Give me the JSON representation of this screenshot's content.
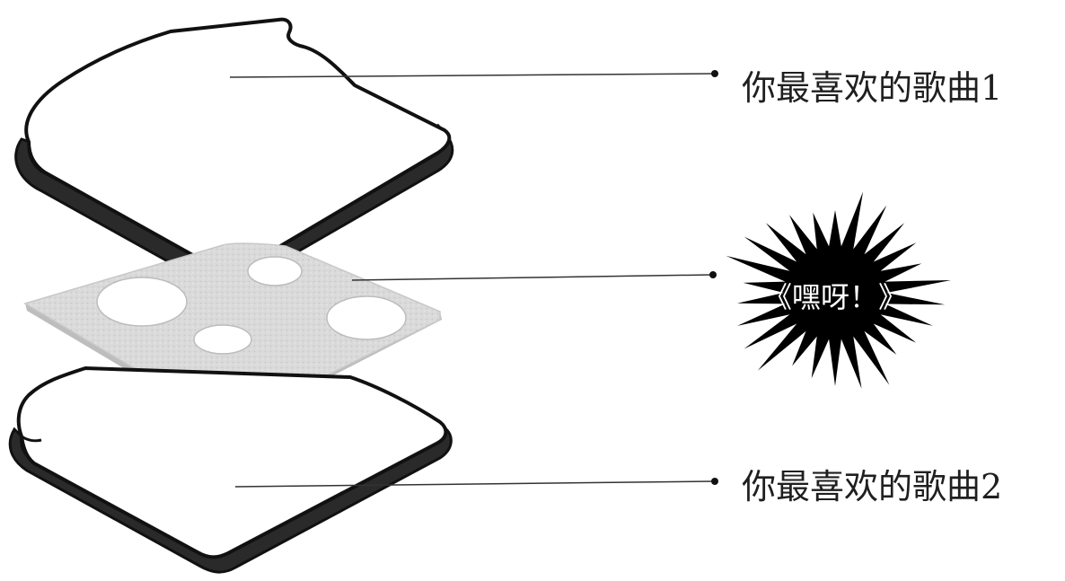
{
  "labels": {
    "top": "你最喜欢的歌曲1",
    "middle": "《嘿呀！》",
    "bottom": "你最喜欢的歌曲2"
  },
  "colors": {
    "outline": "#111111",
    "crust_shadow": "#2a2a2a",
    "bread": "#ffffff",
    "cheese": "#d8d8d8",
    "burst": "#000000",
    "text": "#1f1f1f"
  },
  "icons": {
    "top_layer": "bread-slice-icon",
    "middle_layer": "cheese-slice-icon",
    "bottom_layer": "bread-slice-icon",
    "callout": "starburst-icon"
  }
}
